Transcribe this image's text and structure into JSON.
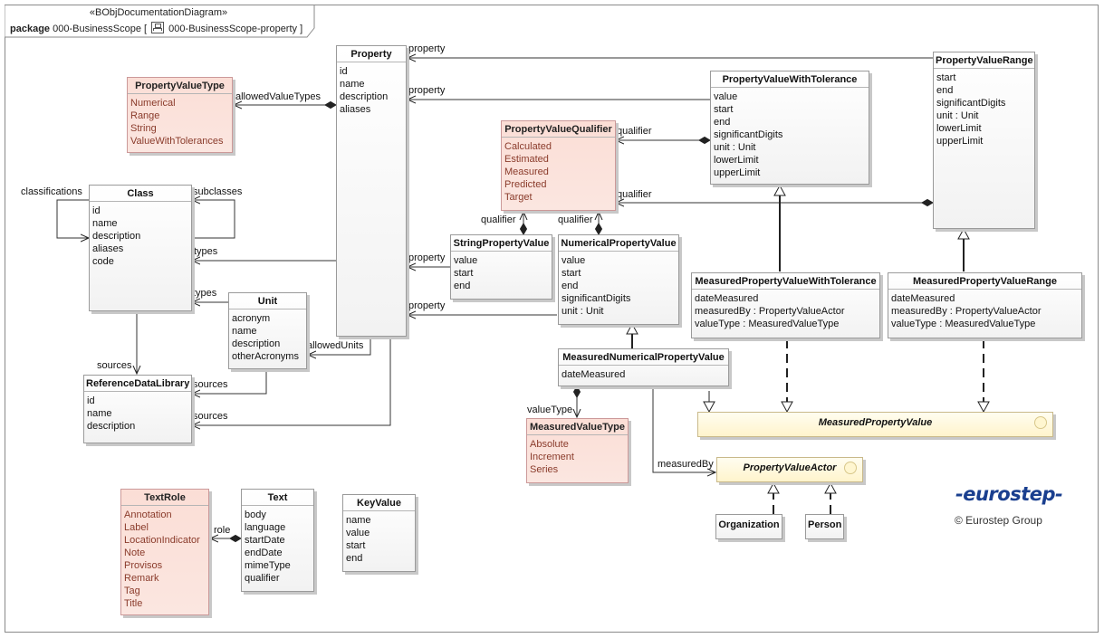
{
  "header": {
    "stereotype": "«BObjDocumentationDiagram»",
    "kind": "package",
    "name": "000-BusinessScope [",
    "diagram": "000-BusinessScope-property ]"
  },
  "classes": {
    "property": {
      "title": "Property",
      "attrs": [
        "id",
        "name",
        "description",
        "aliases"
      ]
    },
    "property_value_type": {
      "title": "PropertyValueType",
      "attrs": [
        "Numerical",
        "Range",
        "String",
        "ValueWithTolerances"
      ]
    },
    "class": {
      "title": "Class",
      "attrs": [
        "id",
        "name",
        "description",
        "aliases",
        "code"
      ]
    },
    "unit": {
      "title": "Unit",
      "attrs": [
        "acronym",
        "name",
        "description",
        "otherAcronyms"
      ]
    },
    "reference_data_library": {
      "title": "ReferenceDataLibrary",
      "attrs": [
        "id",
        "name",
        "description"
      ]
    },
    "property_value_qualifier": {
      "title": "PropertyValueQualifier",
      "attrs": [
        "Calculated",
        "Estimated",
        "Measured",
        "Predicted",
        "Target"
      ]
    },
    "string_property_value": {
      "title": "StringPropertyValue",
      "attrs": [
        "value",
        "start",
        "end"
      ]
    },
    "numerical_property_value": {
      "title": "NumericalPropertyValue",
      "attrs": [
        "value",
        "start",
        "end",
        "significantDigits",
        "unit : Unit"
      ]
    },
    "property_value_with_tolerance": {
      "title": "PropertyValueWithTolerance",
      "attrs": [
        "value",
        "start",
        "end",
        "significantDigits",
        "unit : Unit",
        "lowerLimit",
        "upperLimit"
      ]
    },
    "property_value_range": {
      "title": "PropertyValueRange",
      "attrs": [
        "start",
        "end",
        "significantDigits",
        "unit : Unit",
        "lowerLimit",
        "upperLimit"
      ]
    },
    "measured_property_value_with_tolerance": {
      "title": "MeasuredPropertyValueWithTolerance",
      "attrs": [
        "dateMeasured",
        "measuredBy : PropertyValueActor",
        "valueType : MeasuredValueType"
      ]
    },
    "measured_property_value_range": {
      "title": "MeasuredPropertyValueRange",
      "attrs": [
        "dateMeasured",
        "measuredBy : PropertyValueActor",
        "valueType : MeasuredValueType"
      ]
    },
    "measured_numerical_property_value": {
      "title": "MeasuredNumericalPropertyValue",
      "attrs": [
        "dateMeasured"
      ]
    },
    "measured_value_type": {
      "title": "MeasuredValueType",
      "attrs": [
        "Absolute",
        "Increment",
        "Series"
      ]
    },
    "measured_property_value": {
      "title": "MeasuredPropertyValue"
    },
    "property_value_actor": {
      "title": "PropertyValueActor"
    },
    "organization": {
      "title": "Organization"
    },
    "person": {
      "title": "Person"
    },
    "text_role": {
      "title": "TextRole",
      "attrs": [
        "Annotation",
        "Label",
        "LocationIndicator",
        "Note",
        "Provisos",
        "Remark",
        "Tag",
        "Title"
      ]
    },
    "text": {
      "title": "Text",
      "attrs": [
        "body",
        "language",
        "startDate",
        "endDate",
        "mimeType",
        "qualifier"
      ]
    },
    "key_value": {
      "title": "KeyValue",
      "attrs": [
        "name",
        "value",
        "start",
        "end"
      ]
    }
  },
  "labels": {
    "property_top": "property",
    "property_pvwt": "property",
    "allowed_value_types": "allowedValueTypes",
    "classifications": "classifications",
    "subclasses": "subclasses",
    "types_class_property": "types",
    "types_unit": "types",
    "sources_class": "sources",
    "sources_unit": "sources",
    "sources_property": "sources",
    "allowed_units": "allowedUnits",
    "property_string": "property",
    "property_numerical": "property",
    "qualifier_pvwt": "qualifier",
    "qualifier_range": "qualifier",
    "qualifier_string": "qualifier",
    "qualifier_numerical": "qualifier",
    "value_type": "valueType",
    "measured_by": "measuredBy",
    "role": "role"
  },
  "branding": {
    "logo": "-eurostep-",
    "copyright": "© Eurostep Group",
    "logo_color": "#1a3f8f"
  },
  "colors": {
    "enumeration_fill": "#fbe0d8",
    "abstract_fill": "#fff6d6",
    "class_fill": "#f5f5f5"
  }
}
